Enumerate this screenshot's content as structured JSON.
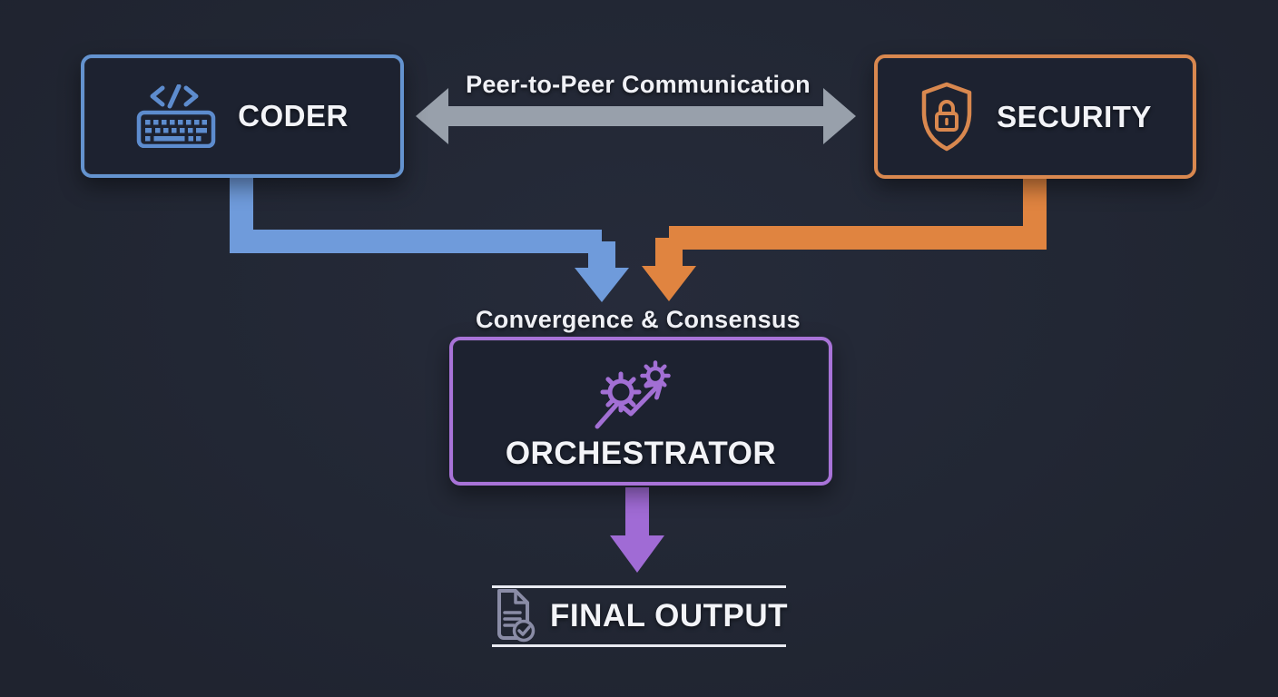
{
  "diagram": {
    "type": "multi-agent-architecture-flow",
    "background_color": "#222734",
    "node_fill_color": "#1d2230",
    "text_color": "#f3f4f8"
  },
  "nodes": {
    "coder": {
      "label": "CODER",
      "icon": "keyboard-code-icon",
      "accent": "#6493cf"
    },
    "security": {
      "label": "SECURITY",
      "icon": "shield-lock-icon",
      "accent": "#d9884f"
    },
    "orchestrator": {
      "label": "ORCHESTRATOR",
      "icon": "gears-growth-icon",
      "accent": "#a873d8"
    },
    "final_output": {
      "label": "FINAL OUTPUT",
      "icon": "document-check-icon",
      "accent": "#8a8ca6"
    }
  },
  "edges": {
    "peer_to_peer": {
      "label": "Peer-to-Peer Communication",
      "from": "coder",
      "to": "security",
      "bidirectional": true,
      "color": "#98a0ab"
    },
    "convergence": {
      "label": "Convergence & Consensus"
    },
    "coder_to_orchestrator": {
      "from": "coder",
      "to": "orchestrator",
      "color": "#6f9bdb"
    },
    "security_to_orchestrator": {
      "from": "security",
      "to": "orchestrator",
      "color": "#e08440"
    },
    "orchestrator_to_final": {
      "from": "orchestrator",
      "to": "final_output",
      "color": "#a06bd5"
    }
  }
}
